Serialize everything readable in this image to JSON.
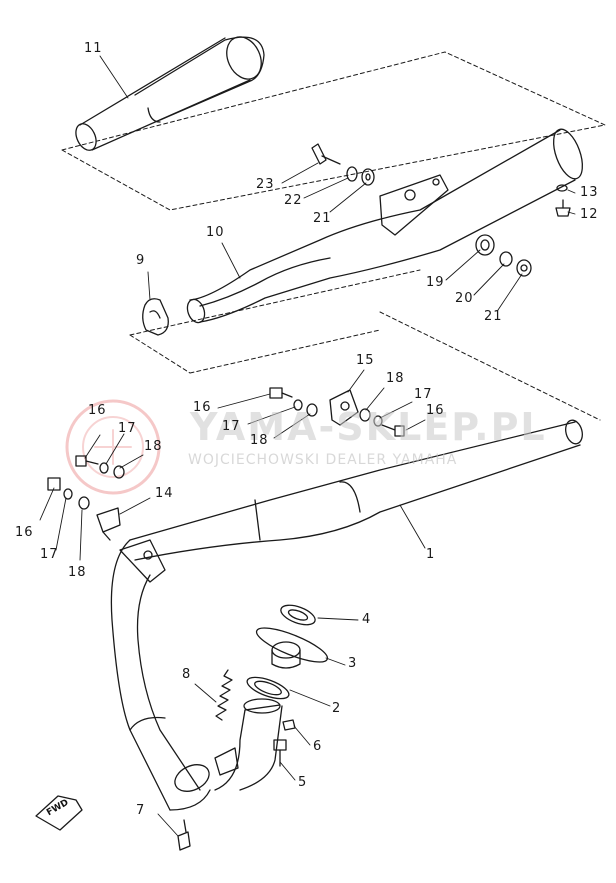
{
  "watermark": {
    "title": "YAMA-SKLEP.PL",
    "subtitle": "WOJCIECHOWSKI DEALER YAMAHA",
    "logo_color": "#f2b6b6"
  },
  "fwd_label": "FWD",
  "callouts": [
    {
      "id": "11a",
      "text": "11"
    },
    {
      "id": "23",
      "text": "23"
    },
    {
      "id": "22",
      "text": "22"
    },
    {
      "id": "21a",
      "text": "21"
    },
    {
      "id": "13",
      "text": "13"
    },
    {
      "id": "12",
      "text": "12"
    },
    {
      "id": "10",
      "text": "10"
    },
    {
      "id": "9",
      "text": "9"
    },
    {
      "id": "19",
      "text": "19"
    },
    {
      "id": "20",
      "text": "20"
    },
    {
      "id": "21b",
      "text": "21"
    },
    {
      "id": "15",
      "text": "15"
    },
    {
      "id": "16a",
      "text": "16"
    },
    {
      "id": "18a",
      "text": "18"
    },
    {
      "id": "17a",
      "text": "17"
    },
    {
      "id": "17b",
      "text": "17"
    },
    {
      "id": "16b",
      "text": "16"
    },
    {
      "id": "18b",
      "text": "18"
    },
    {
      "id": "16c",
      "text": "16"
    },
    {
      "id": "17c",
      "text": "17"
    },
    {
      "id": "18c",
      "text": "18"
    },
    {
      "id": "14",
      "text": "14"
    },
    {
      "id": "16d",
      "text": "16"
    },
    {
      "id": "17d",
      "text": "17"
    },
    {
      "id": "18d",
      "text": "18"
    },
    {
      "id": "1",
      "text": "1"
    },
    {
      "id": "4",
      "text": "4"
    },
    {
      "id": "3",
      "text": "3"
    },
    {
      "id": "8",
      "text": "8"
    },
    {
      "id": "2",
      "text": "2"
    },
    {
      "id": "6",
      "text": "6"
    },
    {
      "id": "5",
      "text": "5"
    },
    {
      "id": "7",
      "text": "7"
    }
  ]
}
